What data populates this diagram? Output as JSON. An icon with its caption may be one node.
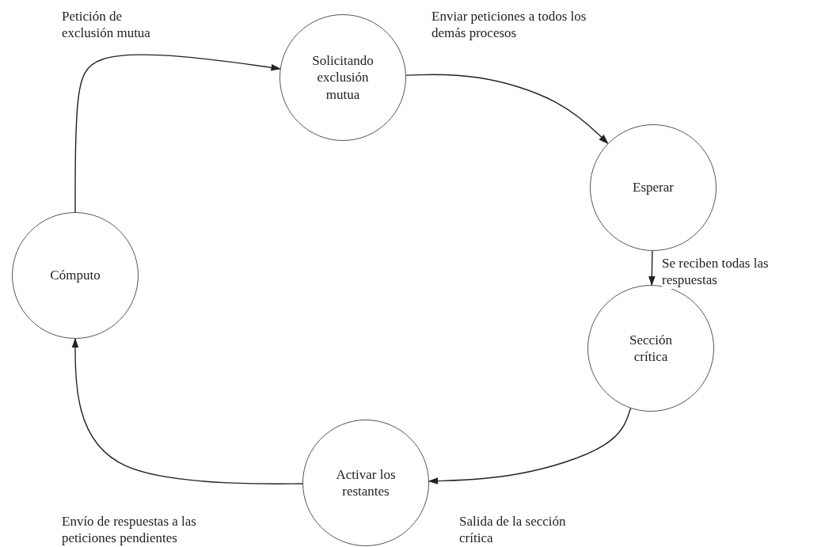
{
  "diagram": {
    "nodes": [
      {
        "text": [
          "Solicitando exclusión mutua"
        ]
      },
      {
        "text": [
          "Esperar"
        ]
      },
      {
        "text": [
          "Sección crítica"
        ]
      },
      {
        "text": [
          "Activar los restantes"
        ]
      },
      {
        "text": [
          "Cómputo"
        ]
      }
    ],
    "edges": [
      {
        "from": 4,
        "to": 0,
        "arrow": "to",
        "label": "Petición de exclusión mutua"
      },
      {
        "from": 0,
        "to": 1,
        "arrow": "to",
        "label": "Enviar peticiones a todos los demás procesos"
      },
      {
        "from": 1,
        "to": 2,
        "arrow": "to",
        "label": "Se reciben todas las respuestas"
      },
      {
        "from": 2,
        "to": 3,
        "arrow": "to",
        "label": "Salida de la sección crítica"
      },
      {
        "from": 3,
        "to": 4,
        "arrow": "to",
        "label": "Envío de respuestas a las peticiones pendientes"
      }
    ]
  }
}
